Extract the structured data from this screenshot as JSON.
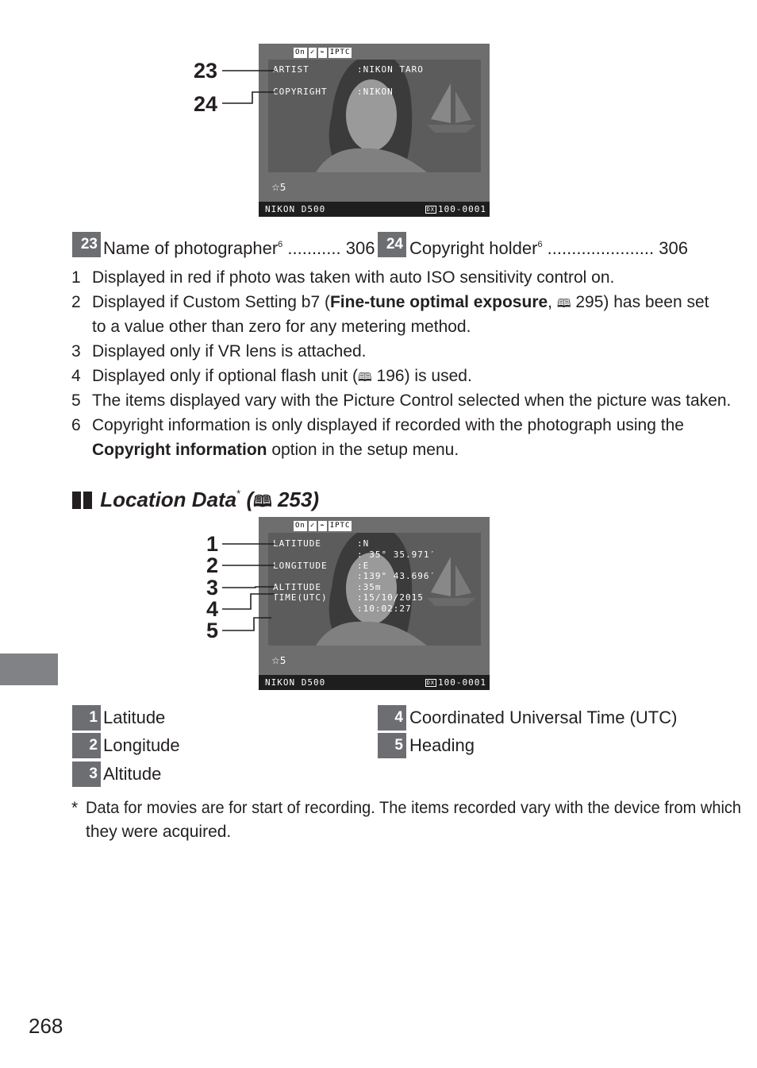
{
  "screen1": {
    "icons": [
      "On",
      "✓",
      "⌁",
      "IPTC"
    ],
    "rows": [
      {
        "label": "ARTIST",
        "value": ":NIKON TARO"
      },
      {
        "label": "COPYRIGHT",
        "value": ":NIKON"
      }
    ],
    "rating": "☆5",
    "camera": "NIKON D500",
    "dx": "DX",
    "file": "100-0001"
  },
  "callouts1": [
    "23",
    "24"
  ],
  "legend1": [
    {
      "num": "23",
      "text": "Name of photographer",
      "note": "6",
      "dots": " ........... 306"
    },
    {
      "num": "24",
      "text": "Copyright holder",
      "note": "6",
      "dots": " ...................... 306"
    }
  ],
  "notes": [
    {
      "num": "1",
      "text": "Displayed in red if photo was taken with auto ISO sensitivity control on."
    },
    {
      "num": "2",
      "pre": "Displayed if Custom Setting b7 (",
      "bold": "Fine-tune optimal exposure",
      "post": ", ",
      "icon": "🕮",
      "post2": " 295) has been set",
      "line2": "to a value other than zero for any metering method."
    },
    {
      "num": "3",
      "text": "Displayed only if VR lens is attached."
    },
    {
      "num": "4",
      "pre": "Displayed only if optional flash unit (",
      "icon": "🕮",
      "post": " 196) is used."
    },
    {
      "num": "5",
      "text": "The items displayed vary with the Picture Control selected when the picture was taken."
    },
    {
      "num": "6",
      "text": "Copyright information is only displayed if recorded with the photograph using the",
      "bold2": "Copyright information",
      "post2": " option in the setup menu."
    }
  ],
  "section": {
    "title": "Location Data",
    "star": "*",
    "ref_open": "(",
    "icon": "🕮",
    "ref": " 253)"
  },
  "screen2": {
    "icons": [
      "On",
      "✓",
      "⌁",
      "IPTC"
    ],
    "rows": [
      {
        "label": "LATITUDE",
        "value": ":N"
      },
      {
        "label": "",
        "value": ": 35°  35.971′"
      },
      {
        "label": "LONGITUDE",
        "value": ":E"
      },
      {
        "label": "",
        "value": ":139°  43.696′"
      },
      {
        "label": "ALTITUDE",
        "value": ":35m"
      },
      {
        "label": "TIME(UTC)",
        "value": ":15/10/2015"
      },
      {
        "label": "",
        "value": ":10:02:27"
      }
    ],
    "rating": "☆5",
    "camera": "NIKON D500",
    "dx": "DX",
    "file": "100-0001"
  },
  "callouts2": [
    "1",
    "2",
    "3",
    "4",
    "5"
  ],
  "legend2": [
    {
      "num": "1",
      "text": "Latitude"
    },
    {
      "num": "2",
      "text": "Longitude"
    },
    {
      "num": "3",
      "text": "Altitude"
    },
    {
      "num": "4",
      "text": "Coordinated Universal Time (UTC)"
    },
    {
      "num": "5",
      "text": "Heading"
    }
  ],
  "footnote": {
    "mark": "*",
    "line1": "Data for movies are for start of recording.  The items recorded vary with the device from which",
    "line2": "they were acquired."
  },
  "page_number": "268"
}
